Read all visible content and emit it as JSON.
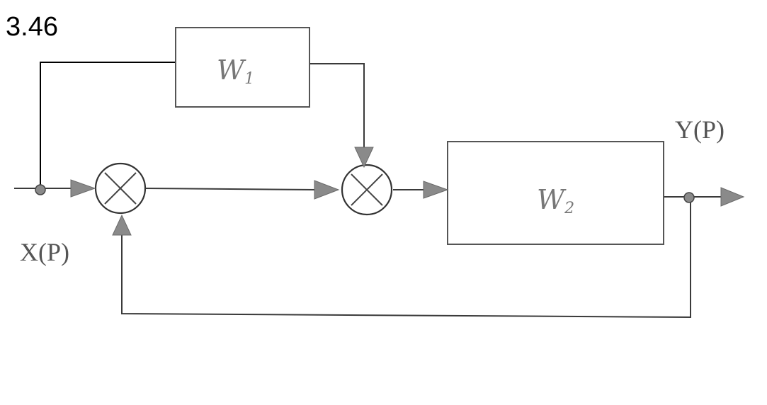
{
  "problem_number": "3.46",
  "input_label": "X(P)",
  "output_label": "Y(P)",
  "blocks": {
    "w1": {
      "main": "W",
      "sub": "1"
    },
    "w2": {
      "main": "W",
      "sub": "2"
    }
  }
}
